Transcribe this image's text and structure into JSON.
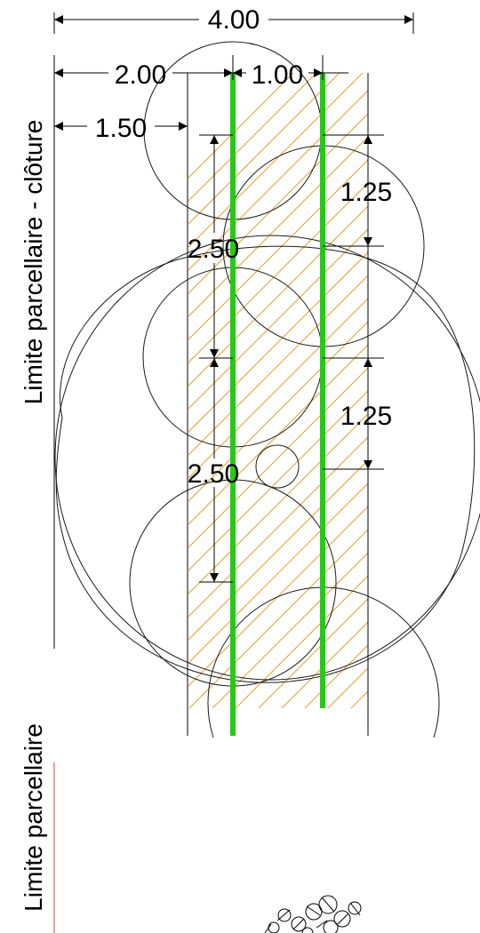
{
  "dimensions": {
    "overall_width": "4.00",
    "left_offset": "2.00",
    "row_spacing": "1.00",
    "fence_offset": "1.50",
    "right_spacing_top": "1.25",
    "right_spacing_bottom": "1.25",
    "left_spacing_top": "2.50",
    "left_spacing_bottom": "2.50"
  },
  "labels": {
    "boundary_fence": "Limite parcellaire - clôture",
    "boundary": "Limite parcellaire"
  },
  "colors": {
    "hedge_row": "#22cc11",
    "hatch": "#e0a030",
    "boundary_line": "#e06060",
    "linework": "#000000"
  }
}
